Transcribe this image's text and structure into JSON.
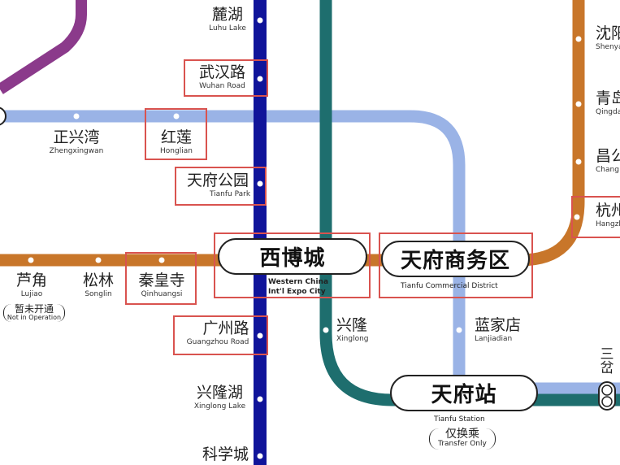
{
  "lines": {
    "purple": "#8b3a8b",
    "navy": "#10149a",
    "teal": "#1e6e6e",
    "light_blue": "#9ab3e6",
    "orange": "#c8762a",
    "highlight": "#d9534f"
  },
  "stations": {
    "luhu_lake": {
      "cn": "麓湖",
      "en": "Luhu Lake"
    },
    "wuhan_road": {
      "cn": "武汉路",
      "en": "Wuhan Road"
    },
    "zhengxingwan": {
      "cn": "正兴湾",
      "en": "Zhengxingwan"
    },
    "honglian": {
      "cn": "红莲",
      "en": "Honglian"
    },
    "tianfu_park": {
      "cn": "天府公园",
      "en": "Tianfu Park"
    },
    "lujiao": {
      "cn": "芦角",
      "en": "Lujiao",
      "note_cn": "暂未开通",
      "note_en": "Not in Operation"
    },
    "songlin": {
      "cn": "松林",
      "en": "Songlin"
    },
    "qinhuangsi": {
      "cn": "秦皇寺",
      "en": "Qinhuangsi"
    },
    "xibocheng": {
      "cn": "西博城",
      "en_line1": "Western China",
      "en_line2": "Int'l Expo City"
    },
    "tianfu_cbd": {
      "cn": "天府商务区",
      "en": "Tianfu Commercial District"
    },
    "guangzhou_road": {
      "cn": "广州路",
      "en": "Guangzhou Road"
    },
    "xinglong": {
      "cn": "兴隆",
      "en": "Xinglong"
    },
    "lanjiadian": {
      "cn": "蓝家店",
      "en": "Lanjiadian"
    },
    "xinglong_lake": {
      "cn": "兴隆湖",
      "en": "Xinglong Lake"
    },
    "tianfu_station": {
      "cn": "天府站",
      "en": "Tianfu Station",
      "note_cn": "仅换乘",
      "note_en": "Transfer Only"
    },
    "kexuecheng": {
      "cn": "科学城"
    },
    "shenyang": {
      "cn": "沈阳",
      "en": "Shenyang"
    },
    "qingdao": {
      "cn": "青岛",
      "en": "Qingdao"
    },
    "changsha": {
      "cn": "昌公",
      "en": "Chang"
    },
    "hangzhou": {
      "cn": "杭州",
      "en": "Hangzhou"
    },
    "sancha": {
      "cn": "三岔"
    }
  }
}
